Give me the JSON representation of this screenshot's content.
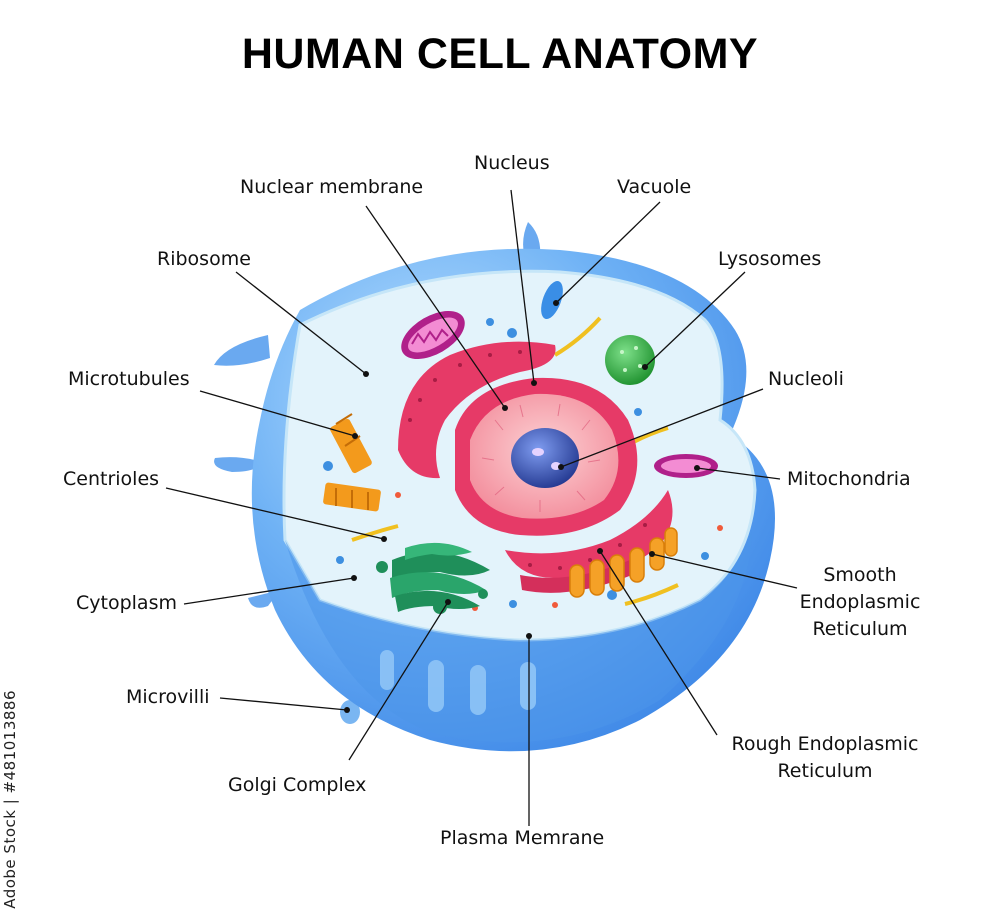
{
  "title": "HUMAN CELL ANATOMY",
  "labels": {
    "nucleus": "Nucleus",
    "nuclear_membrane": "Nuclear membrane",
    "vacuole": "Vacuole",
    "ribosome": "Ribosome",
    "lysosomes": "Lysosomes",
    "microtubules": "Microtubules",
    "nucleoli": "Nucleoli",
    "centrioles": "Centrioles",
    "mitochondria": "Mitochondria",
    "smooth_er": [
      "Smooth",
      "Endoplasmic",
      "Reticulum"
    ],
    "cytoplasm": "Cytoplasm",
    "microvilli": "Microvilli",
    "rough_er": [
      "Rough Endoplasmic",
      "Reticulum"
    ],
    "golgi": "Golgi Complex",
    "plasma_membrane": "Plasma Memrane"
  },
  "watermark": "Adobe Stock | #481013886",
  "colors": {
    "membrane": "#5aa0ee",
    "cytoplasm": "#e3f3fb",
    "nuclear_envelope": "#e63a67",
    "nucleus_inner": "#f6a3ad",
    "nucleolus": "#2d4fa8",
    "golgi": "#1f8f5a",
    "lysosome": "#33b33f",
    "centriole": "#f39a1c",
    "mitochondria": "#b0208a",
    "smooth_er": "#f5a127"
  }
}
